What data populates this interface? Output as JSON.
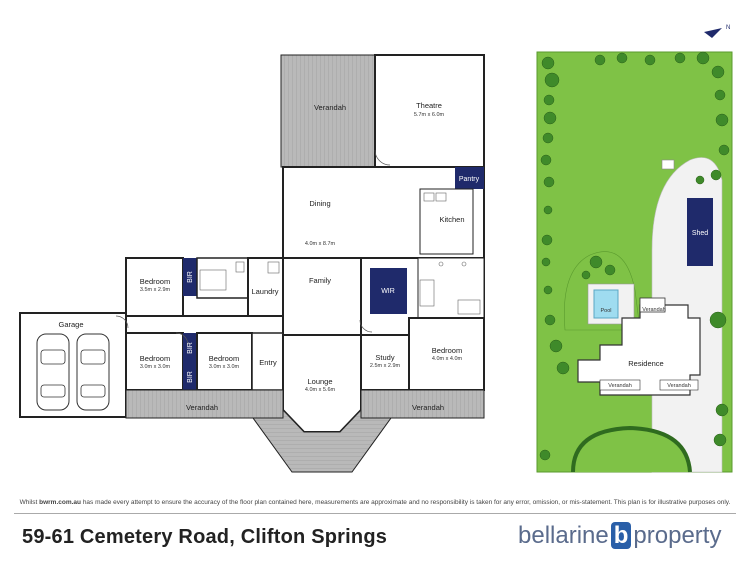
{
  "rooms": {
    "verandah_top": {
      "name": "Verandah"
    },
    "theatre": {
      "name": "Theatre",
      "dims": "5.7m x 6.0m"
    },
    "pantry": {
      "name": "Pantry"
    },
    "dining": {
      "name": "Dining"
    },
    "family_dims": {
      "dims": "4.0m x 8.7m"
    },
    "kitchen": {
      "name": "Kitchen"
    },
    "family": {
      "name": "Family"
    },
    "bed_top": {
      "name": "Bedroom",
      "dims": "3.5m x 2.9m"
    },
    "bir1": {
      "name": "BIR"
    },
    "laundry": {
      "name": "Laundry"
    },
    "wir": {
      "name": "WIR"
    },
    "garage": {
      "name": "Garage"
    },
    "bed_left": {
      "name": "Bedroom",
      "dims": "3.0m x 3.0m"
    },
    "bir2": {
      "name": "BIR"
    },
    "bir3": {
      "name": "BIR"
    },
    "bed_mid": {
      "name": "Bedroom",
      "dims": "3.0m x 3.0m"
    },
    "entry": {
      "name": "Entry"
    },
    "study": {
      "name": "Study",
      "dims": "2.5m x 2.9m"
    },
    "bed_master": {
      "name": "Bedroom",
      "dims": "4.0m x 4.0m"
    },
    "lounge": {
      "name": "Lounge",
      "dims": "4.0m x 5.6m"
    },
    "verandah_left": {
      "name": "Verandah"
    },
    "verandah_right": {
      "name": "Verandah"
    }
  },
  "site": {
    "shed": "Shed",
    "pool": "Pool",
    "verandah_pool": "Verandah",
    "residence": "Residence",
    "verandah_a": "Verandah",
    "verandah_b": "Verandah",
    "compass": "N"
  },
  "colors": {
    "verandah": "#b8b8b8",
    "built_in": "#1f2a6b",
    "lawn": "#7cc243",
    "paving": "#f2f2f2"
  },
  "footer": {
    "disclaimer_pre": "Whilst ",
    "disclaimer_site": "bwrm.com.au",
    "disclaimer_post": " has made every attempt to ensure the accuracy of the floor plan contained here, measurements are approximate and no responsibility is taken for any error, omission, or mis-statement. This plan is for illustrative purposes only.",
    "address": "59-61 Cemetery Road, Clifton Springs",
    "brand_left": "bellarine",
    "brand_mark": "b",
    "brand_right": "property"
  }
}
